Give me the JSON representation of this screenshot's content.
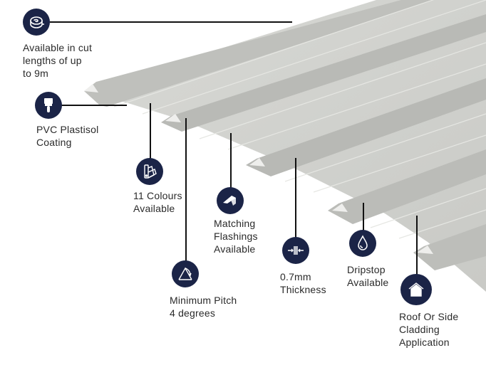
{
  "colors": {
    "icon_bg": "#1b2447",
    "icon_fg": "#ffffff",
    "line": "#111111",
    "sheet_light": "#d3d4d0",
    "sheet_dark": "#b7b8b4",
    "text": "#2a2a2a"
  },
  "features": [
    {
      "id": "cut-lengths",
      "icon": "tape-measure-icon",
      "lines": [
        "Available in cut",
        "lengths of up",
        "to 9m"
      ]
    },
    {
      "id": "pvc-coating",
      "icon": "paint-brush-icon",
      "lines": [
        "PVC Plastisol",
        "Coating"
      ]
    },
    {
      "id": "colours",
      "icon": "colour-swatch-icon",
      "lines": [
        "11 Colours",
        "Available"
      ]
    },
    {
      "id": "flashings",
      "icon": "flashing-icon",
      "lines": [
        "Matching",
        "Flashings",
        "Available"
      ]
    },
    {
      "id": "pitch",
      "icon": "pitch-angle-icon",
      "lines": [
        "Minimum Pitch",
        "4 degrees"
      ]
    },
    {
      "id": "thickness",
      "icon": "thickness-icon",
      "lines": [
        "0.7mm",
        "Thickness"
      ]
    },
    {
      "id": "dripstop",
      "icon": "water-drop-icon",
      "lines": [
        "Dripstop",
        "Available"
      ]
    },
    {
      "id": "application",
      "icon": "house-icon",
      "lines": [
        "Roof Or Side",
        "Cladding",
        "Application"
      ]
    }
  ]
}
